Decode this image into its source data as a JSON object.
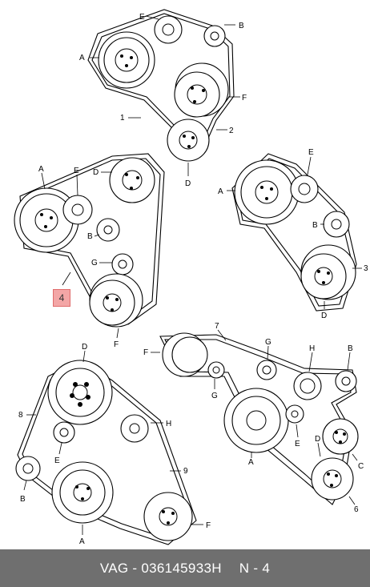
{
  "diagram": {
    "callout_number": "4",
    "labels": [
      "A",
      "B",
      "D",
      "E",
      "F",
      "G",
      "H",
      "1",
      "2",
      "3",
      "6",
      "7",
      "8",
      "9"
    ]
  },
  "footer": {
    "part_number": "VAG - 036145933H",
    "position": "N - 4"
  },
  "colors": {
    "footer_bg": "#6f6f6f",
    "highlight": "#f3a6a6"
  }
}
